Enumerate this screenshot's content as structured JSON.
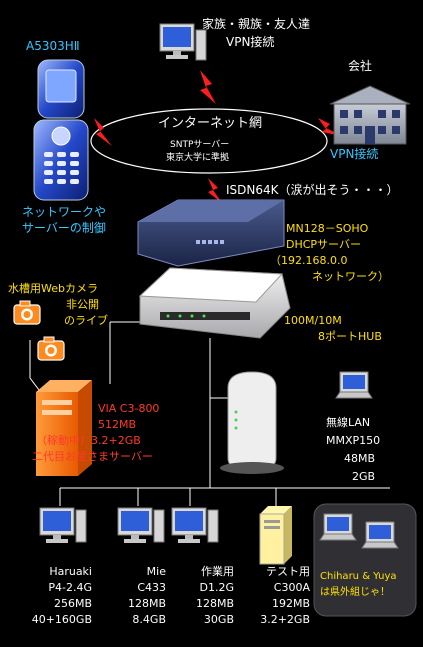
{
  "internet": {
    "label": "インターネット網",
    "sntp_line1": "SNTPサーバー",
    "sntp_line2": "東京大学に準拠"
  },
  "family": {
    "line1": "家族・親族・友人達",
    "line2": "VPN接続"
  },
  "company": {
    "label": "会社",
    "vpn": "VPN接続"
  },
  "phone": {
    "model": "A5303HⅡ",
    "desc_line1": "ネットワークや",
    "desc_line2": "サーバーの制御"
  },
  "isdn": {
    "label": "ISDN64K（涙が出そう・・・）"
  },
  "router": {
    "line1": "MN128－SOHO",
    "line2": "DHCPサーバー",
    "line3": "（192.168.0.0",
    "line4": "ネットワーク）"
  },
  "hub": {
    "line1": "100M/10M",
    "line2": "8ポートHUB"
  },
  "webcam": {
    "line1": "水槽用Webカメラ",
    "line2": "非公開",
    "line3": "のライブ"
  },
  "server": {
    "line1": "VIA C3-800",
    "line2": "512MB",
    "line3": "（稼動中）3.2+2GB",
    "line4": "二代目お星さまサーバー"
  },
  "wireless": {
    "line1": "無線LAN",
    "line2": "MMXP150",
    "line3": "48MB",
    "line4": "2GB"
  },
  "pcs": [
    {
      "name": "Haruaki",
      "cpu": "P4-2.4G",
      "ram": "256MB",
      "disk": "40+160GB"
    },
    {
      "name": "Mie",
      "cpu": "C433",
      "ram": "128MB",
      "disk": "8.4GB"
    },
    {
      "name": "作業用",
      "cpu": "D1.2G",
      "ram": "128MB",
      "disk": "30GB"
    },
    {
      "name": "テスト用",
      "cpu": "C300A",
      "ram": "192MB",
      "disk": "3.2+2GB"
    }
  ],
  "remote": {
    "line1": "Chiharu & Yuya",
    "line2": "は県外組じゃ！"
  }
}
